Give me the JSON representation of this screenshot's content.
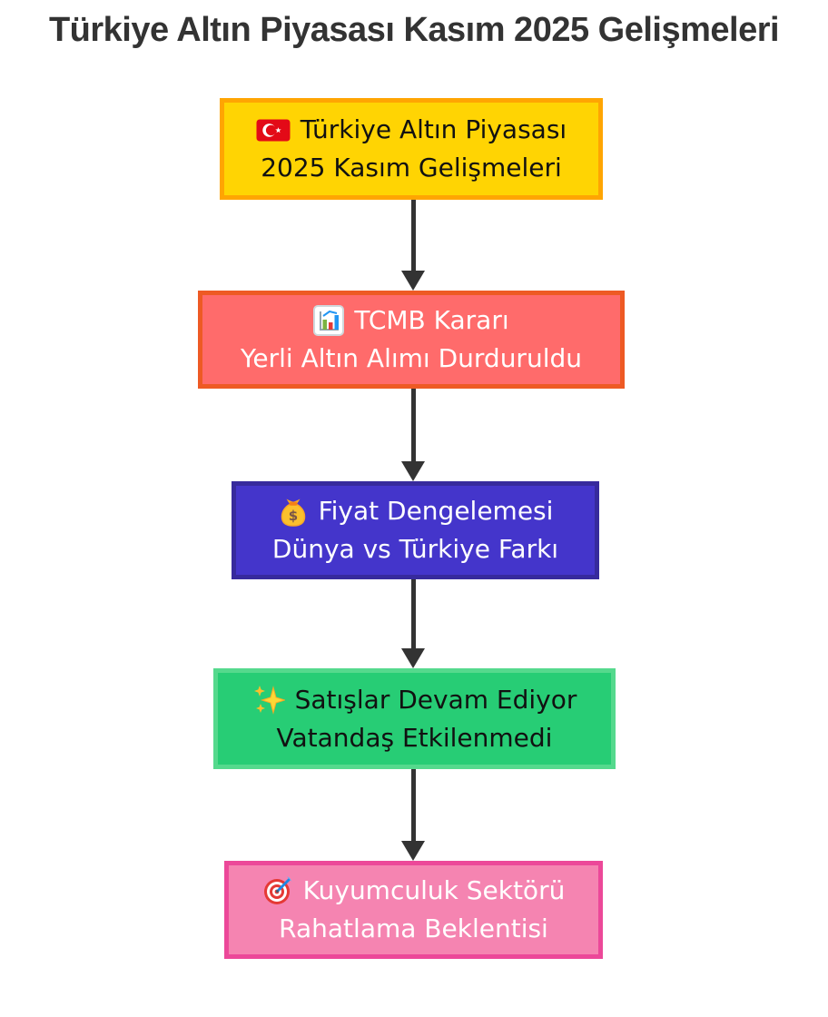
{
  "title": {
    "text": "Türkiye Altın Piyasası Kasım 2025 Gelişmeleri",
    "color": "#333333"
  },
  "flowchart": {
    "arrow_color": "#333333",
    "nodes": [
      {
        "icon": "turkey-flag-icon",
        "line1": "Türkiye Altın Piyasası",
        "line2": "2025 Kasım Gelişmeleri",
        "fill": "#FFD403",
        "border": "#FFA502",
        "text_color": "#111111"
      },
      {
        "icon": "bar-chart-icon",
        "line1": "TCMB Kararı",
        "line2": "Yerli Altın Alımı Durduruldu",
        "fill": "#FF6B6B",
        "border": "#EE5A24",
        "text_color": "#FFFFFF"
      },
      {
        "icon": "money-bag-icon",
        "line1": "Fiyat Dengelemesi",
        "line2": "Dünya vs Türkiye Farkı",
        "fill": "#4435CB",
        "border": "#372A9D",
        "text_color": "#FFFFFF"
      },
      {
        "icon": "sparkles-icon",
        "line1": "Satışlar Devam Ediyor",
        "line2": "Vatandaş Etkilenmedi",
        "fill": "#27CD75",
        "border": "#55D98D",
        "text_color": "#111111"
      },
      {
        "icon": "dart-target-icon",
        "line1": "Kuyumculuk Sektörü",
        "line2": "Rahatlama Beklentisi",
        "fill": "#F584B1",
        "border": "#EC4899",
        "text_color": "#FFFFFF"
      }
    ]
  }
}
